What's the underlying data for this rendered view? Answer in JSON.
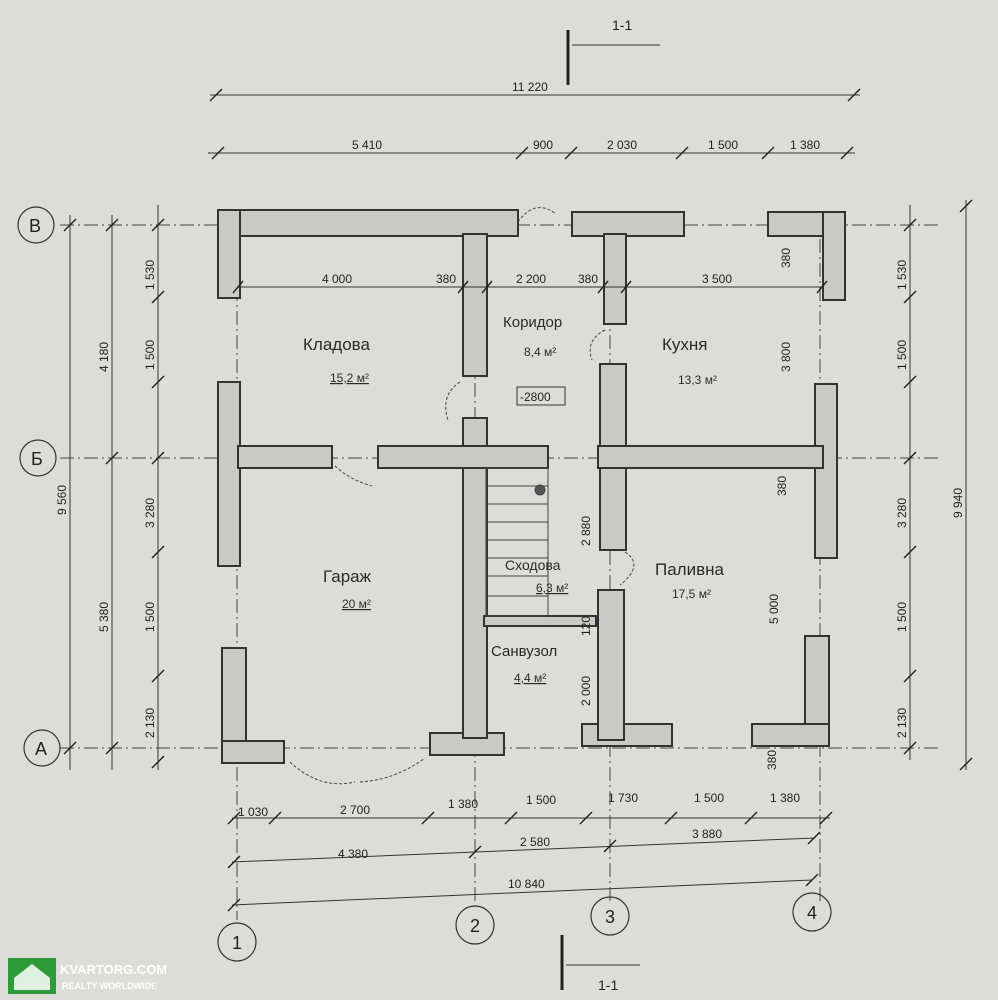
{
  "section": {
    "top_label": "1-1",
    "bottom_label": "1-1"
  },
  "axes": {
    "rows": [
      "В",
      "Б",
      "А"
    ],
    "cols": [
      "1",
      "2",
      "3",
      "4"
    ]
  },
  "dimensions": {
    "top_total": "11 220",
    "top": [
      "5 410",
      "900",
      "2 030",
      "1 500",
      "1 380"
    ],
    "left_total": "9 560",
    "left_mid": [
      "4 180",
      "5 380"
    ],
    "left_inner": [
      "1 530",
      "1 500",
      "3 280",
      "1 500",
      "2 130"
    ],
    "right_total": "9 940",
    "right_inner": [
      "1 530",
      "1 500",
      "3 280",
      "1 500",
      "2 130"
    ],
    "interior_row": [
      "4 000",
      "380",
      "2 200",
      "380",
      "3 500"
    ],
    "interior_misc": [
      "380",
      "3 800",
      "380",
      "380",
      "2 880",
      "120",
      "2 000",
      "5 000"
    ],
    "bottom_row1": [
      "1 030",
      "2 700",
      "1 380",
      "1 500",
      "1 730",
      "1 500",
      "1 380"
    ],
    "bottom_row2": [
      "4 380",
      "2 580",
      "3 880"
    ],
    "bottom_total": "10 840"
  },
  "rooms": [
    {
      "name": "Кладова",
      "area": "15,2 м²"
    },
    {
      "name": "Коридор",
      "area": "8,4 м²"
    },
    {
      "name": "Кухня",
      "area": "13,3 м²"
    },
    {
      "name": "Гараж",
      "area": "20 м²"
    },
    {
      "name": "Сходова",
      "area": "6,3 м²"
    },
    {
      "name": "Санвузол",
      "area": "4,4 м²"
    },
    {
      "name": "Паливна",
      "area": "17,5 м²"
    }
  ],
  "level_mark": "-2800",
  "watermark": {
    "line1": "KVARTORG.COM",
    "line2": "REALTY WORLDWIDE"
  }
}
